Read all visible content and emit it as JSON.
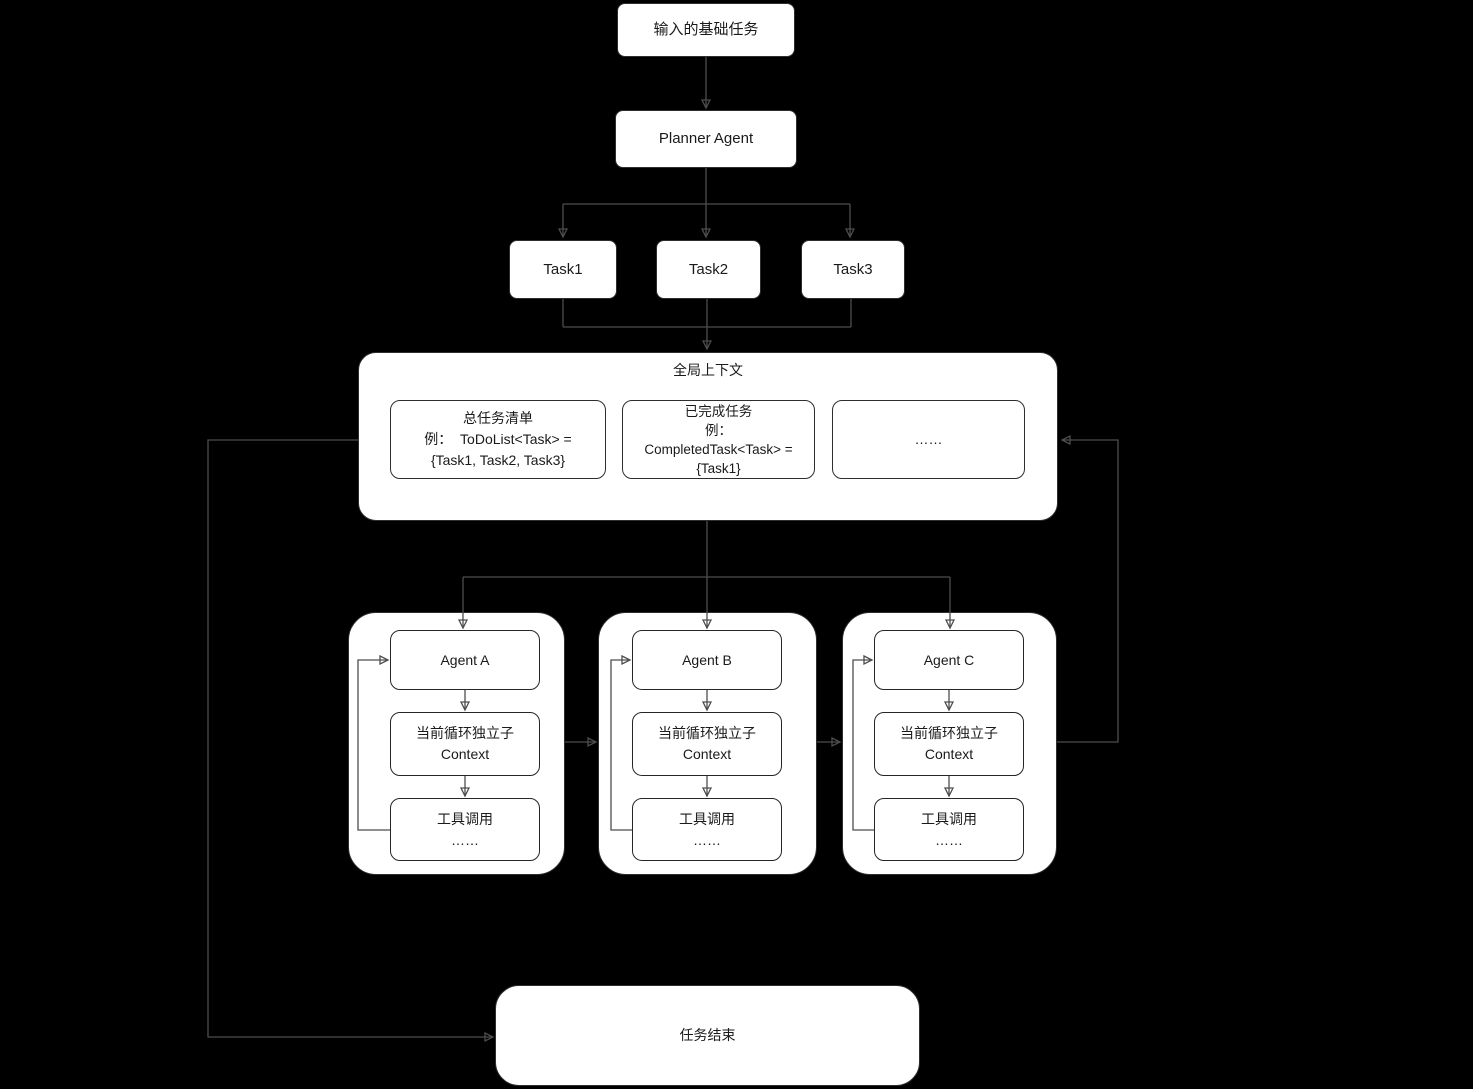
{
  "diagram": {
    "colors": {
      "background": "#000000",
      "node_fill": "#ffffff",
      "line": "#4d4d4d",
      "text": "#1a1a1a"
    },
    "nodes": {
      "input_task": {
        "label": "输入的基础任务"
      },
      "planner": {
        "label": "Planner Agent"
      },
      "task1": {
        "label": "Task1"
      },
      "task2": {
        "label": "Task2"
      },
      "task3": {
        "label": "Task3"
      },
      "global_context": {
        "title": "全局上下文",
        "todo": {
          "line1": "总任务清单",
          "line2": "例：  ToDoList<Task> =",
          "line3": "{Task1, Task2, Task3}"
        },
        "completed": {
          "line1": "已完成任务",
          "line2": "例：",
          "line3": "CompletedTask<Task> =",
          "line4": "{Task1}"
        },
        "more": {
          "label": "……"
        }
      },
      "agents": [
        {
          "name": "Agent A",
          "context_line1": "当前循环独立子",
          "context_line2": "Context",
          "tool_line1": "工具调用",
          "tool_line2": "……"
        },
        {
          "name": "Agent B",
          "context_line1": "当前循环独立子",
          "context_line2": "Context",
          "tool_line1": "工具调用",
          "tool_line2": "……"
        },
        {
          "name": "Agent C",
          "context_line1": "当前循环独立子",
          "context_line2": "Context",
          "tool_line1": "工具调用",
          "tool_line2": "……"
        }
      ],
      "end": {
        "label": "任务结束"
      }
    }
  }
}
